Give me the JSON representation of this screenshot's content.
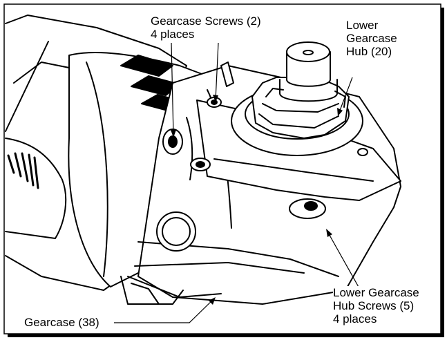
{
  "callouts": {
    "gearcase_screws": {
      "line1": "Gearcase Screws (2)",
      "line2": "4 places"
    },
    "lower_gearcase_hub": {
      "line1": "Lower",
      "line2": "Gearcase",
      "line3": "Hub (20)"
    },
    "lower_gearcase_hub_screws": {
      "line1": "Lower Gearcase",
      "line2": "Hub Screws (5)",
      "line3": "4 places"
    },
    "gearcase": {
      "line1": "Gearcase (38)"
    }
  }
}
